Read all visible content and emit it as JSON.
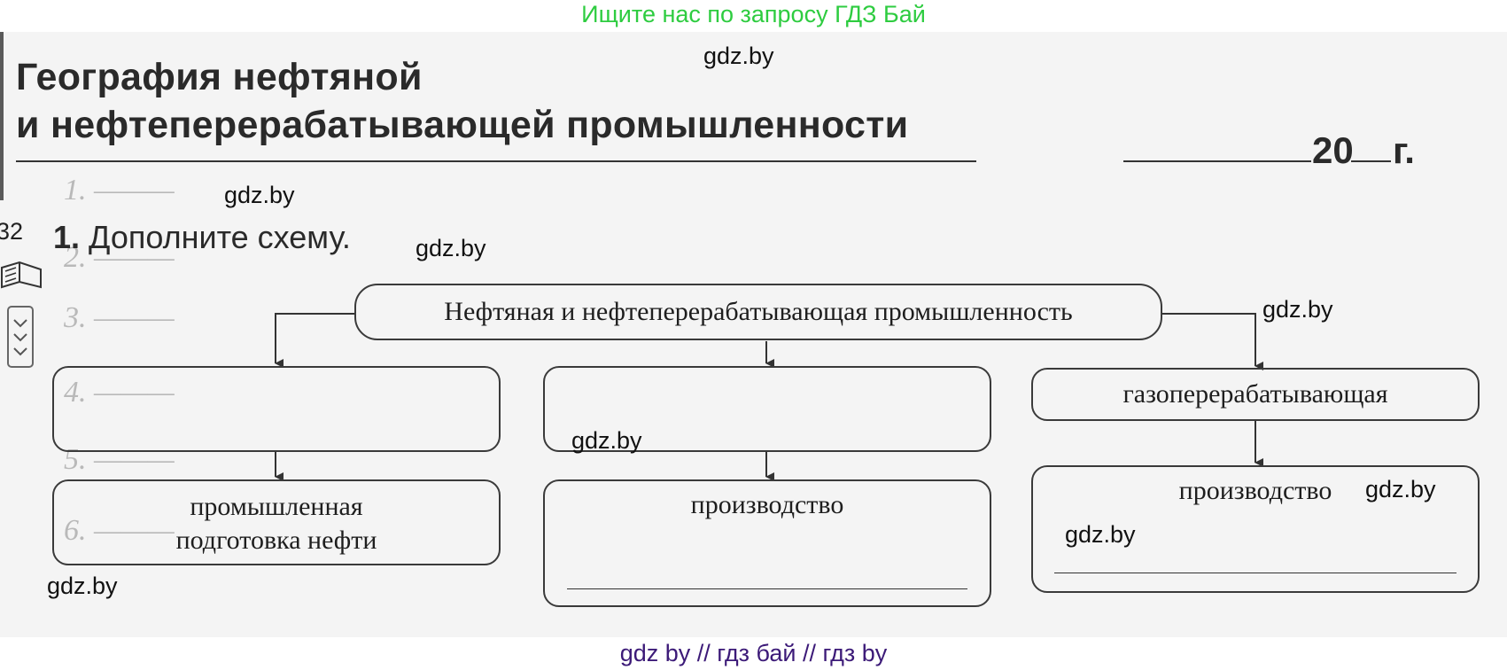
{
  "top_banner": "Ищите нас по запросу ГДЗ Бай",
  "title": {
    "line1": "География нефтяной",
    "line2": "и нефтеперерабатывающей промышленности"
  },
  "date": {
    "year_label": "20",
    "suffix": "г."
  },
  "page_number": "32",
  "task": {
    "number": "1.",
    "text": "Дополните схему."
  },
  "scheme": {
    "root": "Нефтяная и нефтеперерабатывающая промышленность",
    "left": {
      "top_label": "",
      "bottom_label_line1": "промышленная",
      "bottom_label_line2": "подготовка нефти"
    },
    "middle": {
      "top_label": "",
      "bottom_label": "производство"
    },
    "right": {
      "top_label": "газоперерабатывающая",
      "bottom_label": "производство"
    }
  },
  "watermarks": [
    "gdz.by",
    "gdz.by",
    "gdz.by",
    "gdz.by",
    "gdz.by",
    "gdz.by",
    "gdz.by",
    "gdz.by"
  ],
  "bottom_banner": "gdz by  //  гдз бай  //  гдз by",
  "colors": {
    "top_banner": "#2ecc40",
    "bottom_banner": "#3c1a78"
  }
}
